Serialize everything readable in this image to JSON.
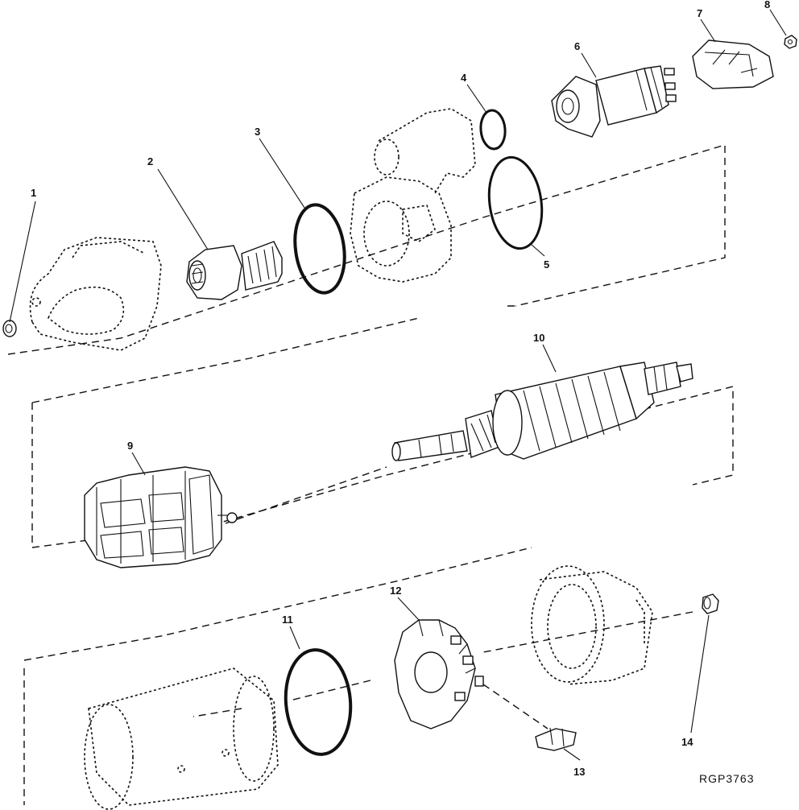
{
  "diagram": {
    "reference_code": "RGP3763",
    "callouts": [
      {
        "key": "c1",
        "label": "1"
      },
      {
        "key": "c2",
        "label": "2"
      },
      {
        "key": "c3",
        "label": "3"
      },
      {
        "key": "c4",
        "label": "4"
      },
      {
        "key": "c5",
        "label": "5"
      },
      {
        "key": "c6",
        "label": "6"
      },
      {
        "key": "c7",
        "label": "7"
      },
      {
        "key": "c8",
        "label": "8"
      },
      {
        "key": "c9",
        "label": "9"
      },
      {
        "key": "c10",
        "label": "10"
      },
      {
        "key": "c11",
        "label": "11"
      },
      {
        "key": "c12",
        "label": "12"
      },
      {
        "key": "c13",
        "label": "13"
      },
      {
        "key": "c14",
        "label": "14"
      }
    ],
    "colors": {
      "ink": "#111111",
      "paper": "#ffffff"
    }
  }
}
